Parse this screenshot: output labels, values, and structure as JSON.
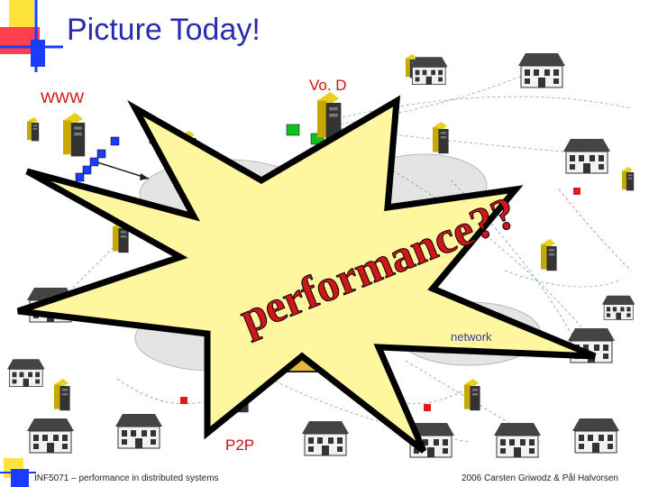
{
  "slide": {
    "title": "Picture Today!",
    "labels": {
      "www": "WWW",
      "vod": "Vo. D",
      "p2p": "P2P"
    },
    "network_label": "network",
    "burst_text": "performance??",
    "footer_left": "INF5071 – performance in distributed systems",
    "footer_right": "2006  Carsten Griwodz & Pål Halvorsen"
  },
  "colors": {
    "title": "#2b2bb0",
    "label": "#d01010",
    "burst_fill": "#fff6a0",
    "burst_text": "#d0161a",
    "accent_blue": "#1a3cff",
    "accent_green": "#10c020",
    "accent_red": "#e01a1a"
  },
  "icons": [
    "server-icon",
    "house-icon",
    "cloud-icon",
    "stadium-icon"
  ]
}
